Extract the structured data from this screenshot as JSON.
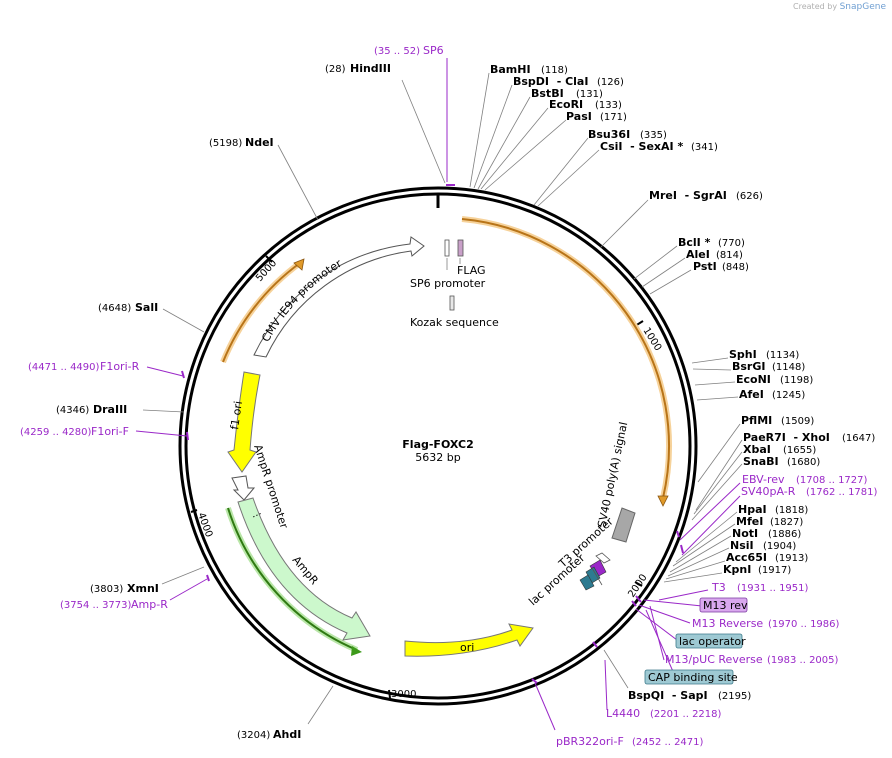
{
  "credit": {
    "prefix": "Created by",
    "brand": "SnapGene"
  },
  "plasmid": {
    "name": "Flag-FOXC2",
    "size_label": "5632 bp"
  },
  "ticks": [
    "1000",
    "2000",
    "3000",
    "4000",
    "5000"
  ],
  "enzymes": {
    "hindiii": {
      "name": "HindIII",
      "pos": "(28)"
    },
    "bamhi": {
      "name": "BamHI",
      "pos": "(118)"
    },
    "bspdi": {
      "name": "BspDI  - ClaI",
      "pos": "(126)"
    },
    "bstbi": {
      "name": "BstBI",
      "pos": "(131)"
    },
    "ecori": {
      "name": "EcoRI",
      "pos": "(133)"
    },
    "pasi": {
      "name": "PasI",
      "pos": "(171)"
    },
    "bsu36i": {
      "name": "Bsu36I",
      "pos": "(335)"
    },
    "csii": {
      "name": "CsiI  - SexAI *",
      "pos": "(341)"
    },
    "mrei": {
      "name": "MreI  - SgrAI",
      "pos": "(626)"
    },
    "bcli": {
      "name": "BclI *",
      "pos": "(770)"
    },
    "alei": {
      "name": "AleI",
      "pos": "(814)"
    },
    "psti": {
      "name": "PstI",
      "pos": "(848)"
    },
    "sphi": {
      "name": "SphI",
      "pos": "(1134)"
    },
    "bsrgi": {
      "name": "BsrGI",
      "pos": "(1148)"
    },
    "ecoNI": {
      "name": "EcoNI",
      "pos": "(1198)"
    },
    "afei": {
      "name": "AfeI",
      "pos": "(1245)"
    },
    "pflmi": {
      "name": "PflMI",
      "pos": "(1509)"
    },
    "paer7i": {
      "name": "PaeR7I  - XhoI",
      "pos": "(1647)"
    },
    "xbai": {
      "name": "XbaI",
      "pos": "(1655)"
    },
    "snabi": {
      "name": "SnaBI",
      "pos": "(1680)"
    },
    "hpai": {
      "name": "HpaI",
      "pos": "(1818)"
    },
    "mfei": {
      "name": "MfeI",
      "pos": "(1827)"
    },
    "noti": {
      "name": "NotI",
      "pos": "(1886)"
    },
    "nsii": {
      "name": "NsiI",
      "pos": "(1904)"
    },
    "acc65i": {
      "name": "Acc65I",
      "pos": "(1913)"
    },
    "kpni": {
      "name": "KpnI",
      "pos": "(1917)"
    },
    "bspqi": {
      "name": "BspQI  - SapI",
      "pos": "(2195)"
    },
    "ahdi": {
      "name": "AhdI",
      "pos": "(3204)"
    },
    "xmni": {
      "name": "XmnI",
      "pos": "(3803)"
    },
    "draiii": {
      "name": "DraIII",
      "pos": "(4346)"
    },
    "sali": {
      "name": "SalI",
      "pos": "(4648)"
    },
    "ndei": {
      "name": "NdeI",
      "pos": "(5198)"
    }
  },
  "primers": {
    "sp6": {
      "name": "SP6",
      "pos": "(35 .. 52)"
    },
    "ebvrev": {
      "name": "EBV-rev",
      "pos": "(1708 .. 1727)"
    },
    "sv40pa": {
      "name": "SV40pA-R",
      "pos": "(1762 .. 1781)"
    },
    "t3": {
      "name": "T3",
      "pos": "(1931 .. 1951)"
    },
    "m13rev": {
      "name": "M13 rev"
    },
    "m13reverse": {
      "name": "M13 Reverse",
      "pos": "(1970 .. 1986)"
    },
    "lacop": {
      "name": "lac operator"
    },
    "m13puc": {
      "name": "M13/pUC Reverse",
      "pos": "(1983 .. 2005)"
    },
    "cap": {
      "name": "CAP binding site"
    },
    "l4440": {
      "name": "L4440",
      "pos": "(2201 .. 2218)"
    },
    "pbr322": {
      "name": "pBR322ori-F",
      "pos": "(2452 .. 2471)"
    },
    "ampr": {
      "name": "Amp-R",
      "pos": "(3754 .. 3773)"
    },
    "f1orif": {
      "name": "F1ori-F",
      "pos": "(4259 .. 4280)"
    },
    "f1orir": {
      "name": "F1ori-R",
      "pos": "(4471 .. 4490)"
    }
  },
  "features": {
    "cmv": "CMV IE94 promoter",
    "flag": "FLAG",
    "sp6prom": "SP6 promoter",
    "kozak": "Kozak sequence",
    "sv40": "SV40 poly(A) signal",
    "t3prom": "T3 promoter",
    "lacprom": "lac promoter",
    "ori": "ori",
    "ampr": "AmpR",
    "amprprom": "AmpR promoter",
    "f1ori": "f1 ori"
  },
  "colors": {
    "yellow_feature": "#ffff00",
    "ampr_feature": "#ccf8cc",
    "orf_orange": "#e09a2a",
    "primer_purple": "#9a28c8",
    "box_teal": "#9ec9d3",
    "box_violet": "#d9a8ee"
  }
}
